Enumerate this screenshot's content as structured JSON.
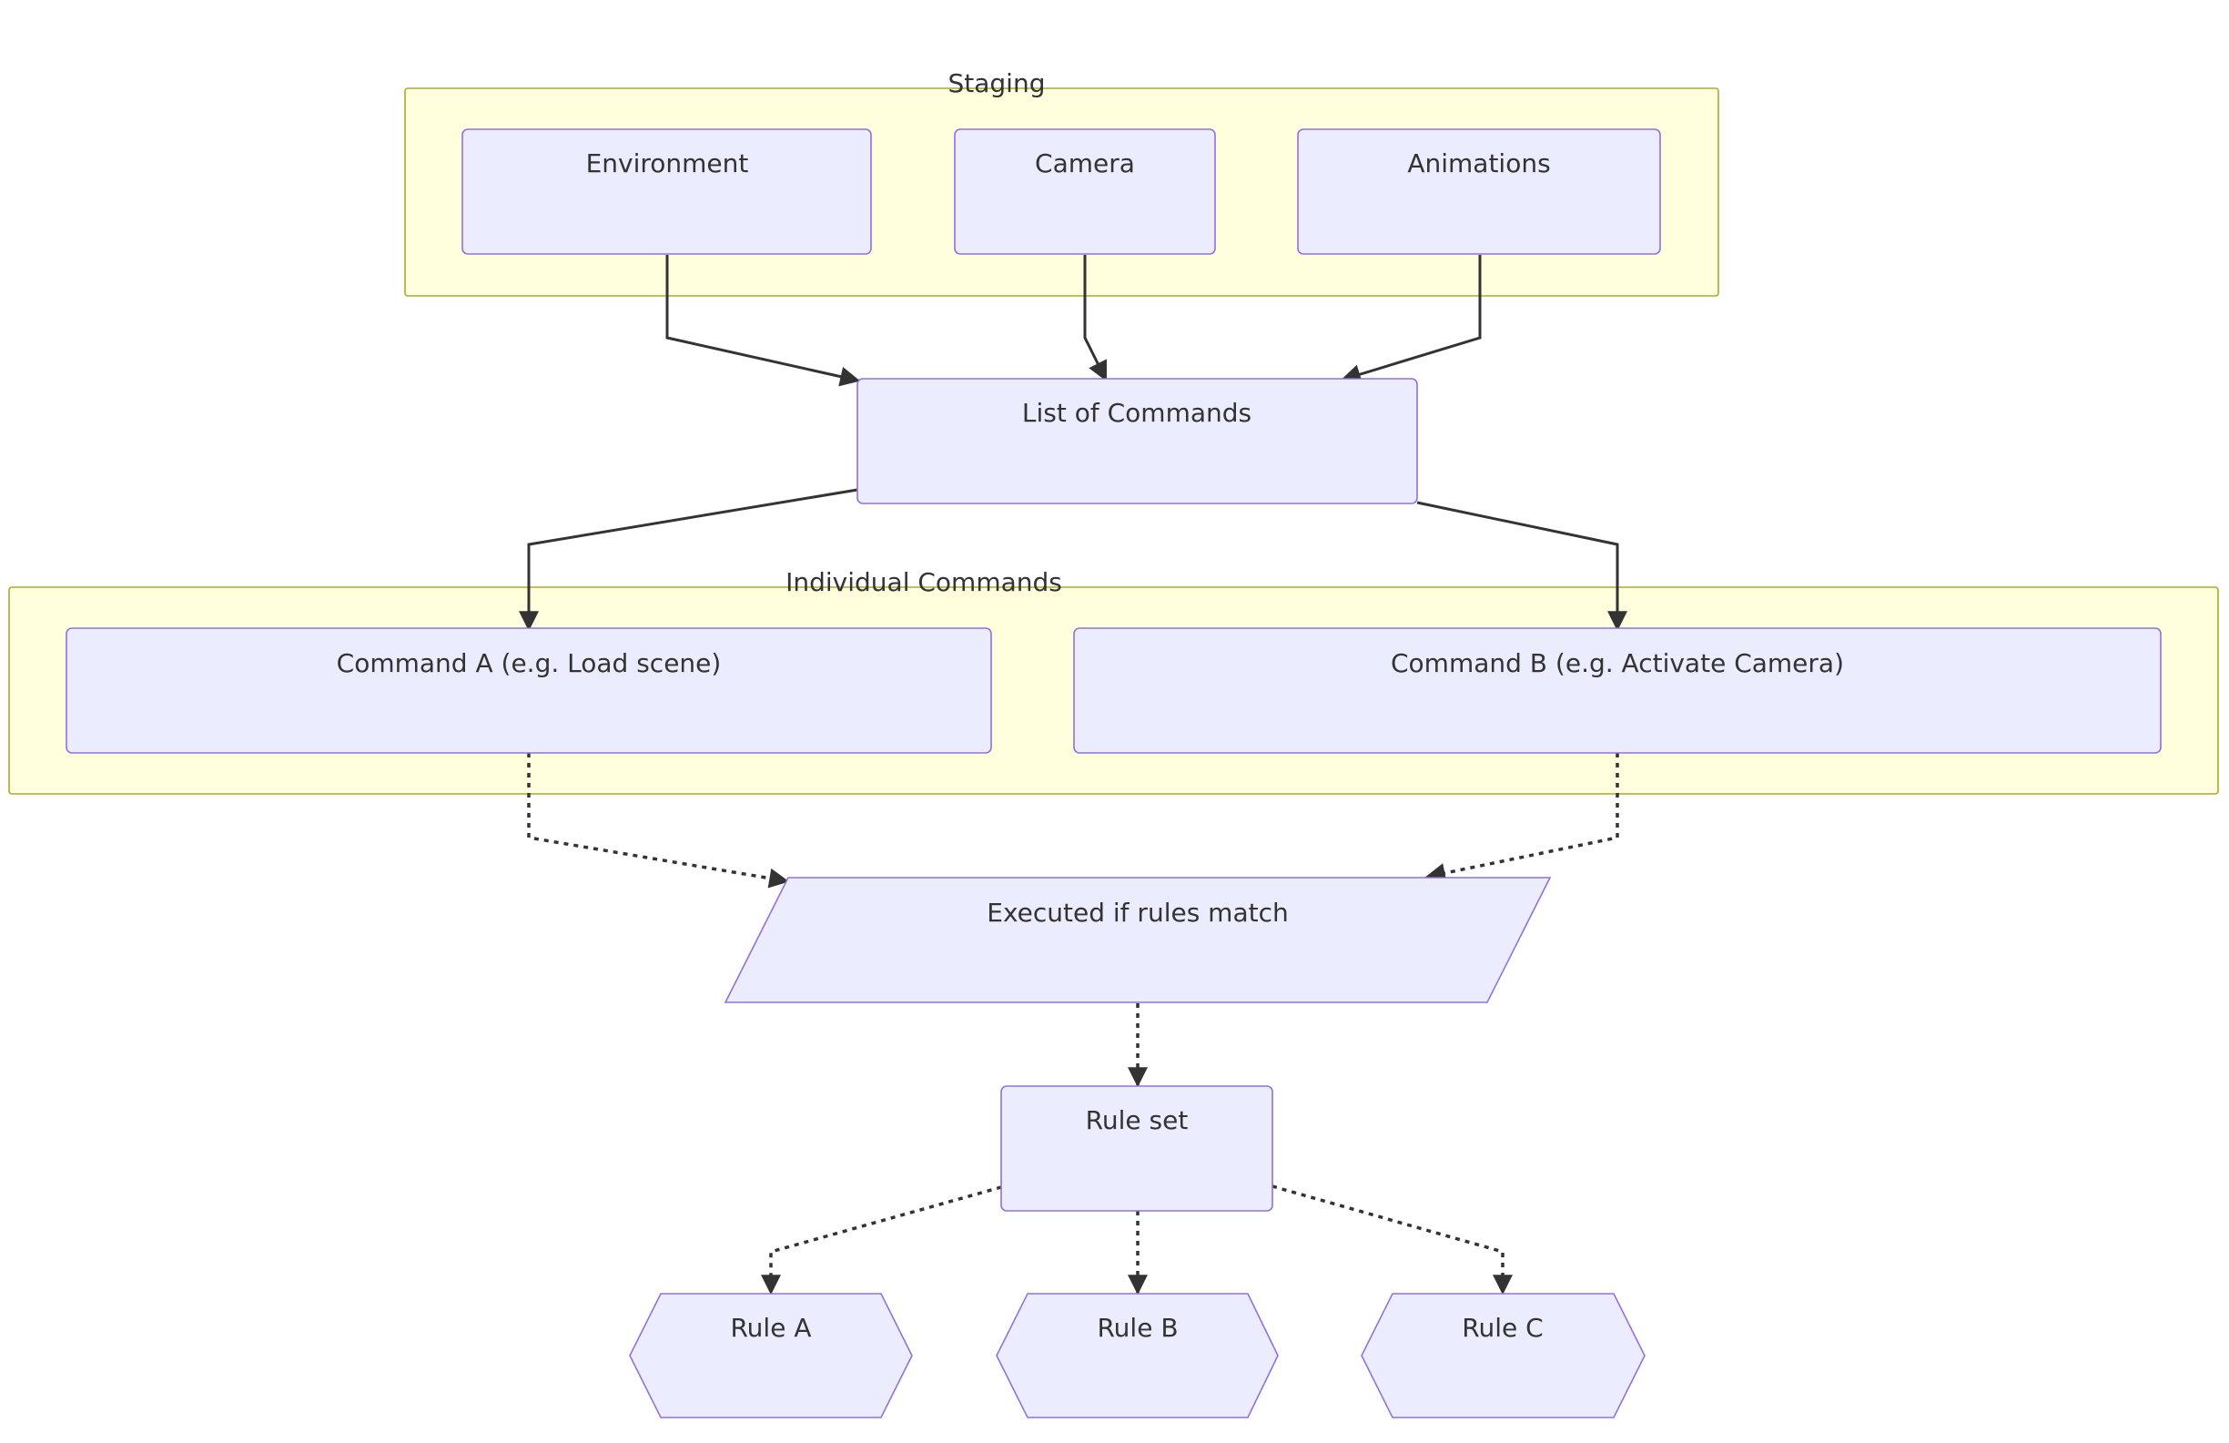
{
  "diagram": {
    "clusters": {
      "staging": "Staging",
      "individual_commands": "Individual Commands"
    },
    "nodes": {
      "environment": "Environment",
      "camera": "Camera",
      "animations": "Animations",
      "list_of_commands": "List of Commands",
      "command_a": "Command A (e.g. Load scene)",
      "command_b": "Command B (e.g. Activate Camera)",
      "executed_if_rules_match": "Executed if rules match",
      "rule_set": "Rule set",
      "rule_a": "Rule A",
      "rule_b": "Rule B",
      "rule_c": "Rule C"
    },
    "edges": [
      {
        "from": "Environment",
        "to": "List of Commands",
        "style": "solid"
      },
      {
        "from": "Camera",
        "to": "List of Commands",
        "style": "solid"
      },
      {
        "from": "Animations",
        "to": "List of Commands",
        "style": "solid"
      },
      {
        "from": "List of Commands",
        "to": "Command A (e.g. Load scene)",
        "style": "solid"
      },
      {
        "from": "List of Commands",
        "to": "Command B (e.g. Activate Camera)",
        "style": "solid"
      },
      {
        "from": "Command A (e.g. Load scene)",
        "to": "Executed if rules match",
        "style": "dotted"
      },
      {
        "from": "Command B (e.g. Activate Camera)",
        "to": "Executed if rules match",
        "style": "dotted"
      },
      {
        "from": "Executed if rules match",
        "to": "Rule set",
        "style": "dotted"
      },
      {
        "from": "Rule set",
        "to": "Rule A",
        "style": "dotted"
      },
      {
        "from": "Rule set",
        "to": "Rule B",
        "style": "dotted"
      },
      {
        "from": "Rule set",
        "to": "Rule C",
        "style": "dotted"
      }
    ],
    "colors": {
      "node_fill": "#ECECFF",
      "node_stroke": "#9370DB",
      "cluster_fill": "#ffffde",
      "cluster_stroke": "#aaaa33",
      "edge": "#333333",
      "text": "#333333"
    }
  }
}
